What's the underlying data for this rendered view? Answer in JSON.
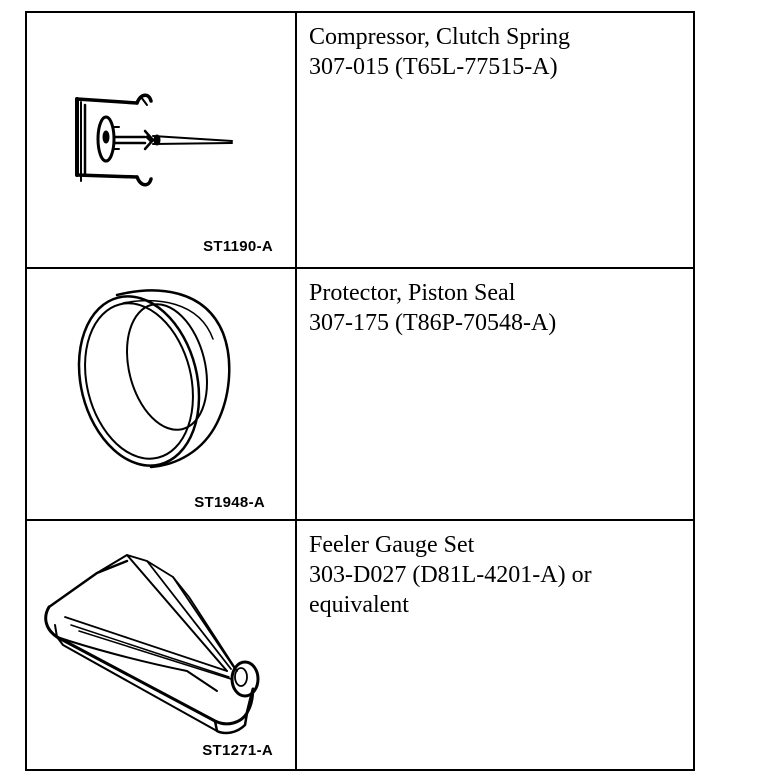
{
  "tools": [
    {
      "icon": "clutch-spring-compressor-icon",
      "code": "ST1190-A",
      "name": "Compressor, Clutch Spring",
      "lines": [
        "307-015 (T65L-77515-A)"
      ]
    },
    {
      "icon": "piston-seal-protector-icon",
      "code": "ST1948-A",
      "name": "Protector, Piston Seal",
      "lines": [
        "307-175 (T86P-70548-A)"
      ]
    },
    {
      "icon": "feeler-gauge-set-icon",
      "code": "ST1271-A",
      "name": "Feeler Gauge Set",
      "lines": [
        "303-D027 (D81L-4201-A) or",
        "equivalent"
      ]
    }
  ]
}
